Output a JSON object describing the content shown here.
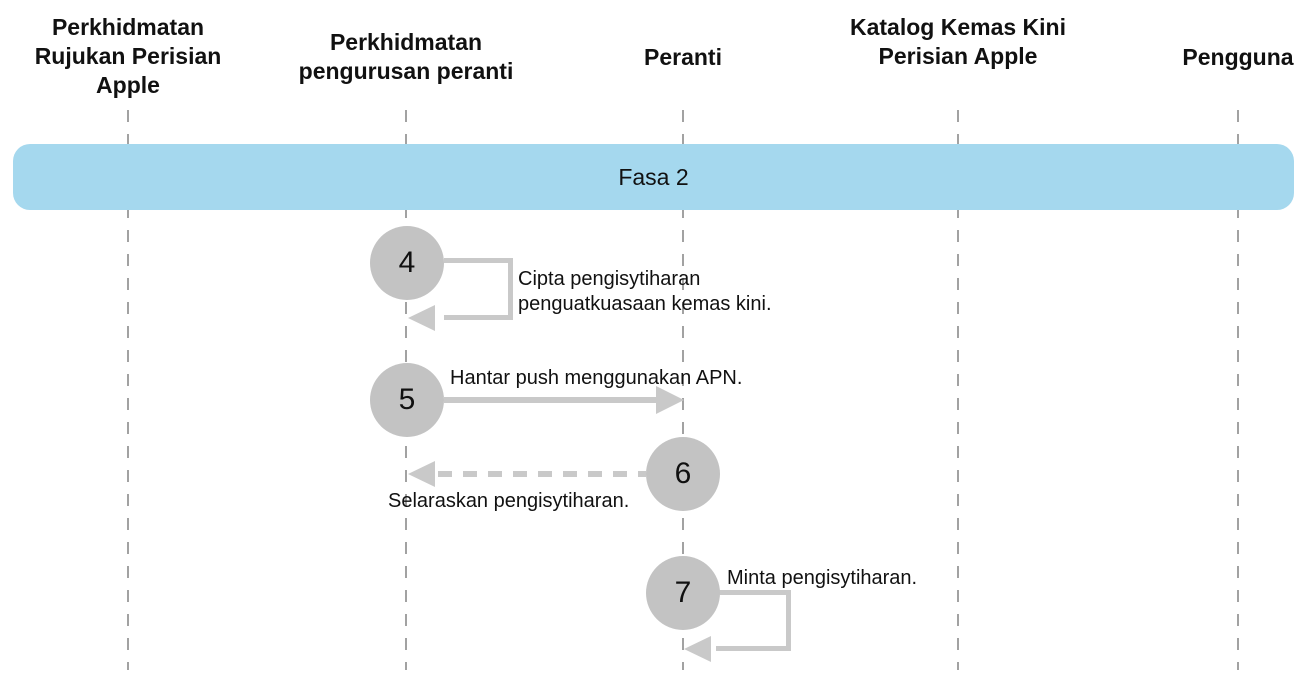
{
  "actors": [
    {
      "label": "Perkhidmatan Rujukan Perisian Apple"
    },
    {
      "label": "Perkhidmatan pengurusan peranti"
    },
    {
      "label": "Peranti"
    },
    {
      "label": "Katalog Kemas Kini Perisian Apple"
    },
    {
      "label": "Pengguna"
    }
  ],
  "phase": {
    "label": "Fasa 2"
  },
  "steps": [
    {
      "number": "4",
      "label": "Cipta pengisytiharan penguatkuasaan kemas kini.",
      "kind": "self-message",
      "actor": "Perkhidmatan pengurusan peranti"
    },
    {
      "number": "5",
      "label": "Hantar push menggunakan APN.",
      "kind": "solid-arrow-right",
      "from": "Perkhidmatan pengurusan peranti",
      "to": "Peranti"
    },
    {
      "number": "6",
      "label": "Selaraskan pengisytiharan.",
      "kind": "dashed-arrow-left",
      "from": "Peranti",
      "to": "Perkhidmatan pengurusan peranti"
    },
    {
      "number": "7",
      "label": "Minta pengisytiharan.",
      "kind": "self-message",
      "actor": "Peranti"
    }
  ],
  "colors": {
    "phase_banner_bg": "#a5d8ee",
    "step_circle_bg": "#c3c3c3",
    "arrow": "#c9c9c9",
    "lifeline": "#a2a2a2",
    "text": "#111111",
    "background": "#ffffff"
  }
}
